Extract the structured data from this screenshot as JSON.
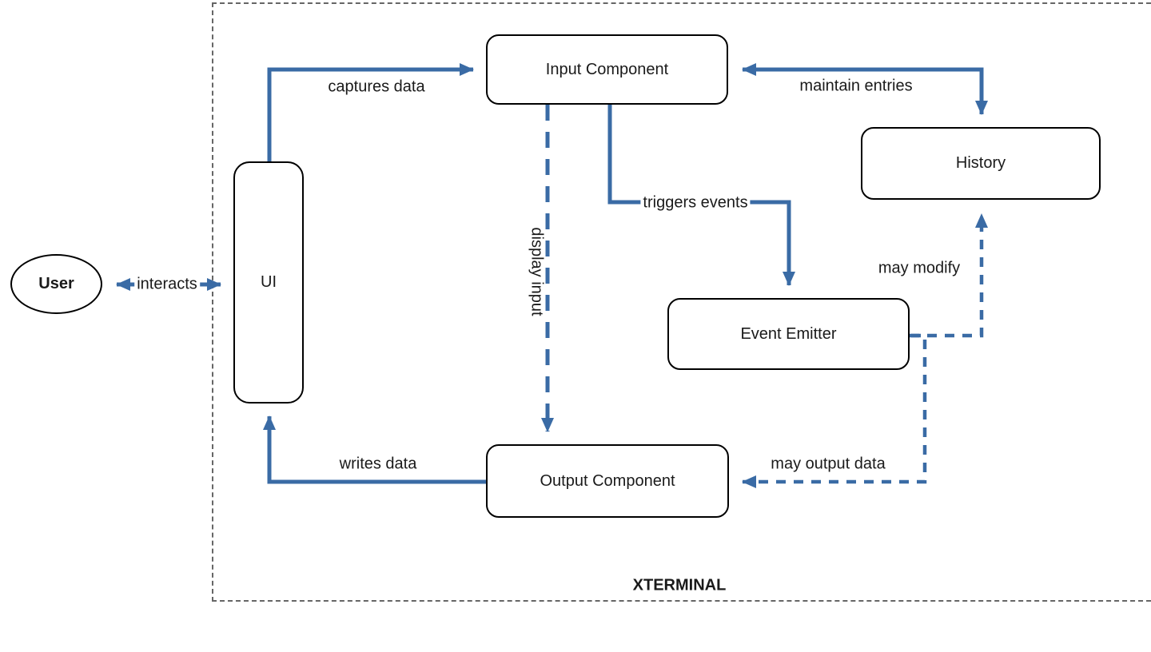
{
  "diagram": {
    "boundary": {
      "label": "XTERMINAL"
    },
    "nodes": {
      "user": {
        "label": "User"
      },
      "ui": {
        "label": "UI"
      },
      "input_component": {
        "label": "Input Component"
      },
      "history": {
        "label": "History"
      },
      "event_emitter": {
        "label": "Event Emitter"
      },
      "output_component": {
        "label": "Output Component"
      }
    },
    "edges": {
      "interacts": {
        "label": "interacts",
        "from": "User",
        "to": "UI",
        "style": "solid-double-arrow"
      },
      "captures_data": {
        "label": "captures data",
        "from": "UI",
        "to": "Input Component",
        "style": "solid"
      },
      "maintain_entries": {
        "label": "maintain entries",
        "from": "History",
        "to": "Input Component",
        "style": "solid-double-arrow"
      },
      "triggers_events": {
        "label": "triggers events",
        "from": "Input Component",
        "to": "Event Emitter",
        "style": "solid"
      },
      "display_input": {
        "label": "display input",
        "from": "Input Component",
        "to": "Output Component",
        "style": "dashed"
      },
      "may_modify": {
        "label": "may modify",
        "from": "Event Emitter",
        "to": "History",
        "style": "dashed"
      },
      "may_output_data": {
        "label": "may output data",
        "from": "Event Emitter",
        "to": "Output Component",
        "style": "dashed"
      },
      "writes_data": {
        "label": "writes data",
        "from": "Output Component",
        "to": "UI",
        "style": "solid"
      }
    },
    "colors": {
      "edge_blue": "#3a6ba5",
      "shape_border": "#000000",
      "boundary_gray": "#666666",
      "text": "#1a1a1a",
      "background": "#ffffff"
    }
  }
}
